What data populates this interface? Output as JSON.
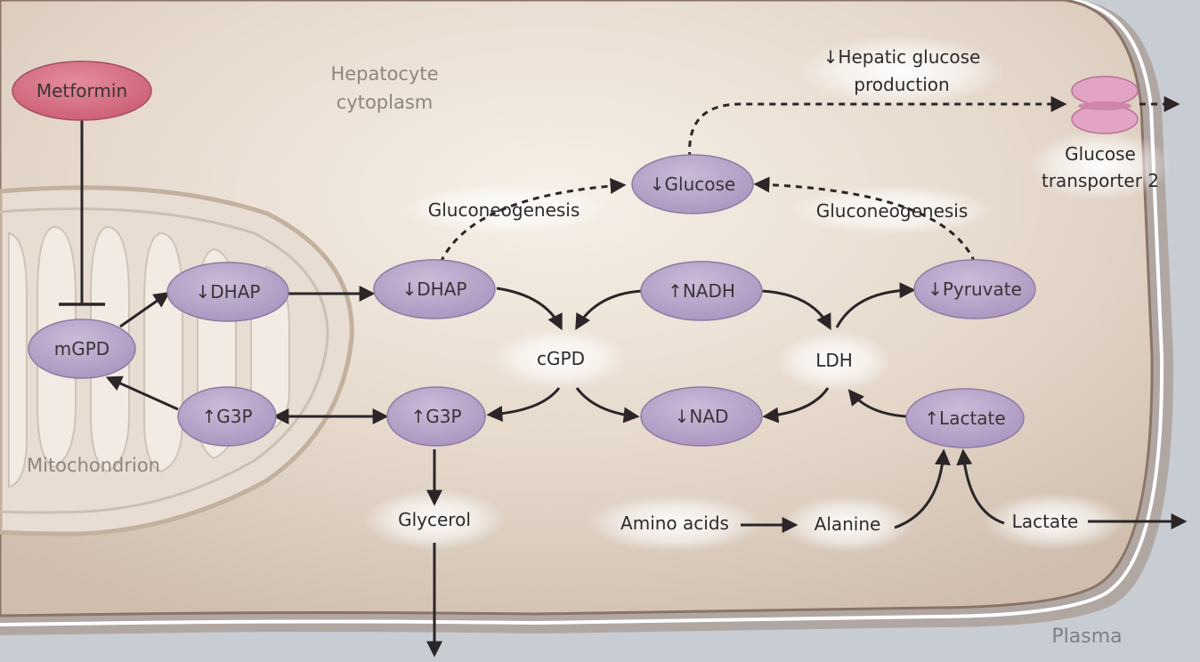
{
  "regions": {
    "cytoplasm_line1": "Hepatocyte",
    "cytoplasm_line2": "cytoplasm",
    "mitochondrion": "Mitochondrion",
    "plasma": "Plasma"
  },
  "nodes": {
    "metformin": "Metformin",
    "mgpd": "mGPD",
    "dhap_mito": "↓DHAP",
    "g3p_mito": "↑G3P",
    "dhap_cyto": "↓DHAP",
    "g3p_cyto": "↑G3P",
    "glucose": "↓Glucose",
    "nadh": "↑NADH",
    "nad": "↓NAD",
    "pyruvate": "↓Pyruvate",
    "lactate_in": "↑Lactate"
  },
  "labels": {
    "gluconeogenesis_left": "Gluconeogenesis",
    "gluconeogenesis_right": "Gluconeogenesis",
    "hepatic_line1": "↓Hepatic glucose",
    "hepatic_line2": "production",
    "glut2_line1": "Glucose",
    "glut2_line2": "transporter 2",
    "cgpd": "cGPD",
    "ldh": "LDH",
    "glycerol": "Glycerol",
    "amino_acids": "Amino acids",
    "alanine": "Alanine",
    "lactate_out": "Lactate"
  },
  "colors": {
    "plasma_bg": "#c8cdd3",
    "cytoplasm_light": "#f4ede4",
    "cytoplasm_dark": "#d3c2b3",
    "membrane": "#8a7468",
    "node_fill": "#b6a3c6",
    "node_stroke": "#8f7aa3",
    "metformin_fill": "#d56d82",
    "transporter_fill": "#e3a3c4",
    "mito_fill": "#e8ddd3",
    "arrow": "#2b2527"
  }
}
